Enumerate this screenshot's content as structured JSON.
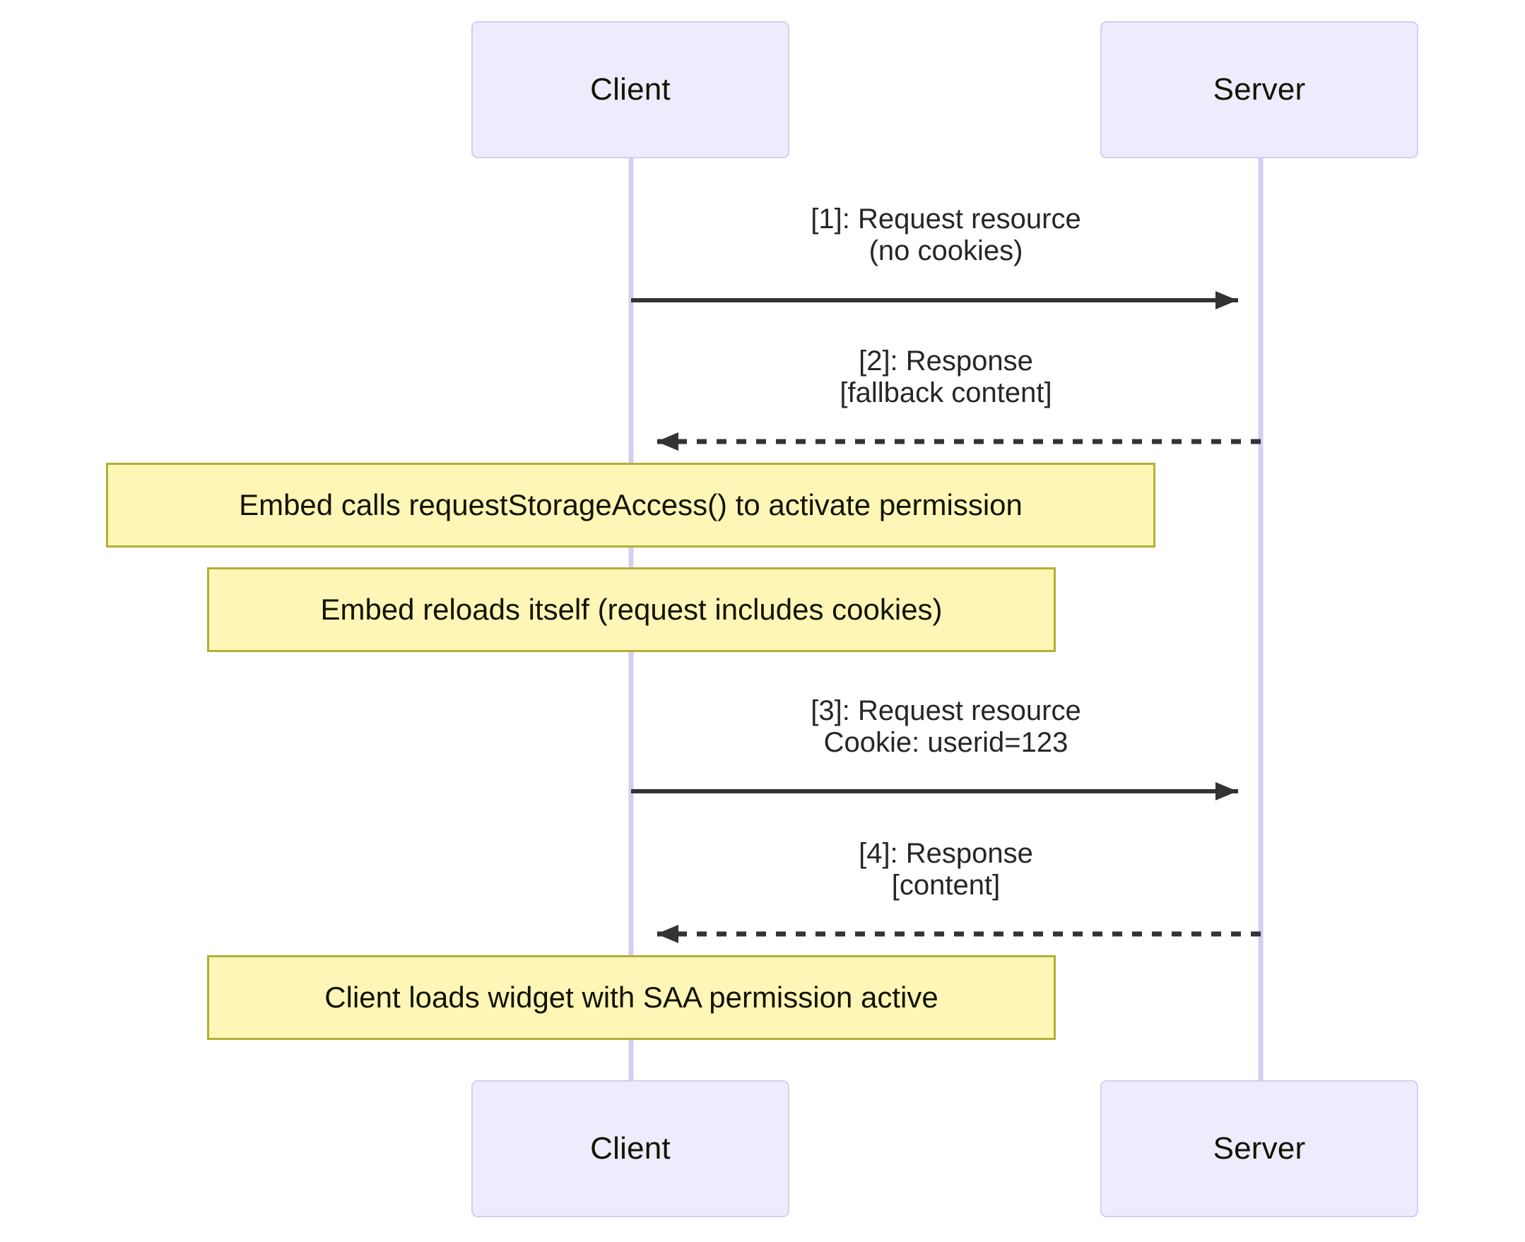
{
  "diagram": {
    "type": "sequence-diagram",
    "title": "",
    "background_color": "#ffffff",
    "participants": [
      {
        "id": "client",
        "label": "Client"
      },
      {
        "id": "server",
        "label": "Server"
      }
    ],
    "participant_style": {
      "fill": "#ececfd",
      "stroke": "#d6cdf2",
      "text_color": "#131300"
    },
    "lifeline_color": "#d6cdf2",
    "arrow_color": "#333333",
    "note_style": {
      "fill": "#fdf6b6",
      "stroke": "#b2b035",
      "text_color": "#131300"
    },
    "messages": [
      {
        "index": "1",
        "from": "client",
        "to": "server",
        "direction": "right",
        "line": "solid",
        "lines": [
          "[1]: Request resource",
          "(no cookies)"
        ]
      },
      {
        "index": "2",
        "from": "server",
        "to": "client",
        "direction": "left",
        "line": "dashed",
        "lines": [
          "[2]: Response",
          "[fallback content]"
        ]
      },
      {
        "index": "3",
        "from": "client",
        "to": "server",
        "direction": "right",
        "line": "solid",
        "lines": [
          "[3]: Request resource",
          "Cookie: userid=123"
        ]
      },
      {
        "index": "4",
        "from": "server",
        "to": "client",
        "direction": "left",
        "line": "dashed",
        "lines": [
          "[4]: Response",
          "[content]"
        ]
      }
    ],
    "notes": [
      {
        "id": "note-1",
        "text": "Embed calls requestStorageAccess() to activate permission"
      },
      {
        "id": "note-2",
        "text": "Embed reloads itself (request includes cookies)"
      },
      {
        "id": "note-3",
        "text": "Client loads widget with SAA permission active"
      }
    ]
  }
}
